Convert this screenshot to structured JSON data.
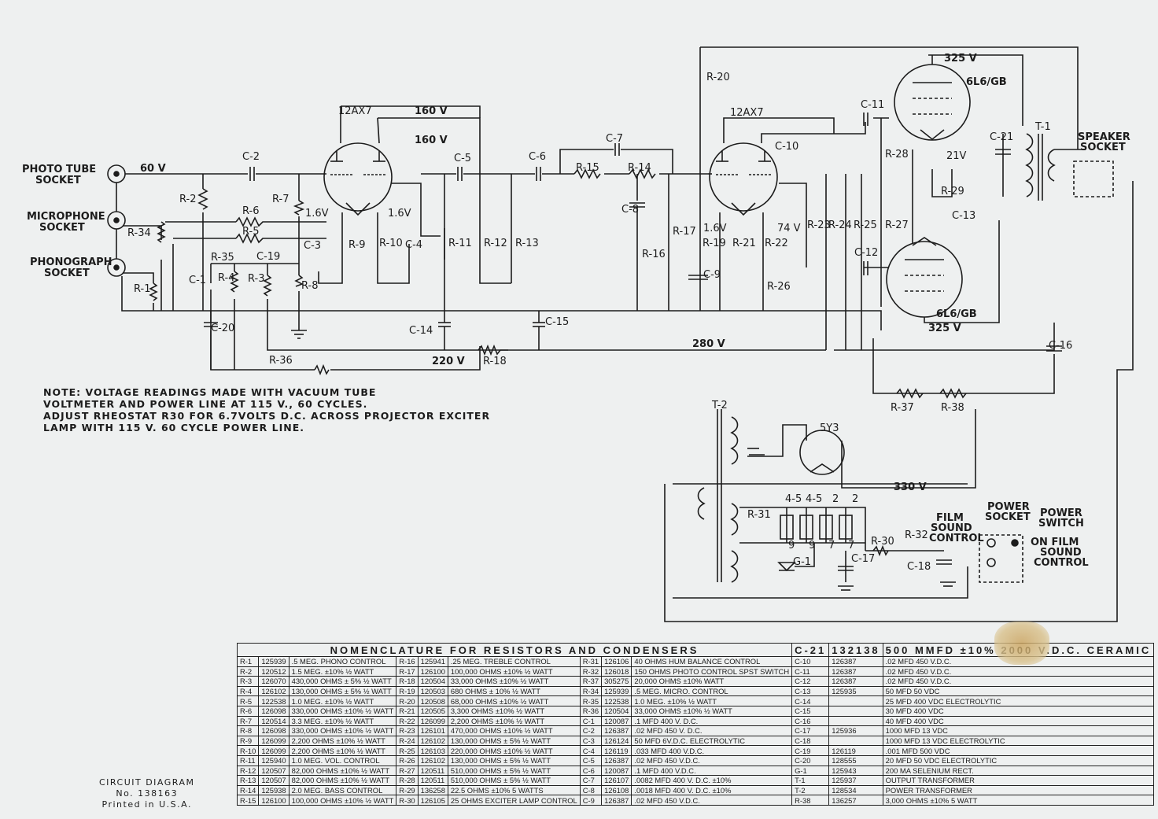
{
  "labels": {
    "photo_tube_socket": [
      "PHOTO TUBE",
      "SOCKET"
    ],
    "microphone_socket": [
      "MICROPHONE",
      "SOCKET"
    ],
    "phonograph_socket": [
      "PHONOGRAPH",
      "SOCKET"
    ],
    "speaker_socket": [
      "SPEAKER",
      "SOCKET"
    ],
    "power_socket": [
      "POWER",
      "SOCKET"
    ],
    "power_switch": [
      "POWER",
      "SWITCH"
    ],
    "on_film": [
      "ON FILM",
      "SOUND",
      "CONTROL"
    ],
    "film_sound": [
      "FILM",
      "SOUND",
      "CONTROL"
    ]
  },
  "tubes": [
    "12AX7",
    "12AX7",
    "6L6/GB",
    "6L6/GB",
    "5Y3"
  ],
  "voltages": [
    "60 V",
    "160 V",
    "160 V",
    "1.6V",
    "1.6V",
    "1.6V",
    "74 V",
    "325 V",
    "325 V",
    "21V",
    "280 V",
    "220 V",
    "330 V"
  ],
  "components": [
    "C-2",
    "R-2",
    "R-7",
    "R-6",
    "R-5",
    "R-34",
    "R-35",
    "C-19",
    "C-1",
    "R-4",
    "R-3",
    "C-3",
    "R-9",
    "R-10",
    "C-4",
    "R-8",
    "R-1",
    "C-20",
    "R-36",
    "C-5",
    "R-11",
    "R-12",
    "R-13",
    "C-14",
    "R-18",
    "C-6",
    "C-7",
    "R-15",
    "R-14",
    "C-8",
    "R-16",
    "R-17",
    "C-15",
    "R-20",
    "C-10",
    "R-19",
    "R-21",
    "R-22",
    "R-23",
    "R-24",
    "R-25",
    "C-9",
    "R-26",
    "C-11",
    "R-28",
    "R-29",
    "C-13",
    "R-27",
    "C-12",
    "C-21",
    "T-1",
    "C-16",
    "R-37",
    "R-38",
    "T-2",
    "R-31",
    "G-1",
    "R-30",
    "C-17",
    "R-32",
    "C-18"
  ],
  "heater_labels": [
    "4-5",
    "4-5",
    "2",
    "2",
    "9",
    "9",
    "7",
    "7"
  ],
  "note": [
    "NOTE: VOLTAGE READINGS MADE WITH VACUUM TUBE",
    "VOLTMETER AND POWER LINE AT 115 V., 60 CYCLES.",
    "ADJUST RHEOSTAT R30 FOR 6.7VOLTS D.C. ACROSS PROJECTOR EXCITER",
    "LAMP WITH 115 V. 60 CYCLE POWER LINE."
  ],
  "footer": [
    "CIRCUIT DIAGRAM",
    "No. 138163",
    "Printed in U.S.A."
  ],
  "nomenclature": {
    "title": "NOMENCLATURE FOR RESISTORS AND CONDENSERS",
    "rows": [
      [
        "R-1",
        "125939",
        ".5 MEG. PHONO CONTROL",
        "R-16",
        "125941",
        ".25 MEG. TREBLE CONTROL",
        "R-31",
        "126106",
        "40 OHMS HUM BALANCE CONTROL"
      ],
      [
        "R-2",
        "120512",
        "1.5 MEG. ±10% ½ WATT",
        "R-17",
        "126100",
        "100,000 OHMS ±10% ½ WATT",
        "R-32",
        "126018",
        "150 OHMS PHOTO CONTROL SPST SWITCH"
      ],
      [
        "R-3",
        "126070",
        "430,000 OHMS ± 5% ½ WATT",
        "R-18",
        "120504",
        "33,000 OHMS ±10% ½ WATT",
        "R-37",
        "305275",
        "20,000 OHMS ±10% WATT"
      ],
      [
        "R-4",
        "126102",
        "130,000 OHMS ± 5% ½ WATT",
        "R-19",
        "120503",
        "680 OHMS ± 10% ½ WATT",
        "R-34",
        "125939",
        ".5 MEG. MICRO. CONTROL"
      ],
      [
        "R-5",
        "122538",
        "1.0 MEG. ±10% ½ WATT",
        "R-20",
        "120508",
        "68,000 OHMS ±10% ½ WATT",
        "R-35",
        "122538",
        "1.0 MEG. ±10% ½ WATT"
      ],
      [
        "R-6",
        "126098",
        "330,000 OHMS ±10% ½ WATT",
        "R-21",
        "120505",
        "3,300 OHMS ±10% ½ WATT",
        "R-36",
        "120504",
        "33,000 OHMS ±10% ½ WATT"
      ],
      [
        "R-7",
        "120514",
        "3.3 MEG. ±10% ½ WATT",
        "R-22",
        "126099",
        "2,200 OHMS ±10% ½ WATT",
        "C-1",
        "120087",
        ".1 MFD 400 V. D.C."
      ],
      [
        "R-8",
        "126098",
        "330,000 OHMS ±10% ½ WATT",
        "R-23",
        "126101",
        "470,000 OHMS ±10% ½ WATT",
        "C-2",
        "126387",
        ".02 MFD 450 V. D.C."
      ],
      [
        "R-9",
        "126099",
        "2,200 OHMS ±10% ½ WATT",
        "R-24",
        "126102",
        "130,000 OHMS ± 5% ½ WATT",
        "C-3",
        "126124",
        "50 MFD 6V.D.C. ELECTROLYTIC"
      ],
      [
        "R-10",
        "126099",
        "2,200 OHMS ±10% ½ WATT",
        "R-25",
        "126103",
        "220,000 OHMS ±10% ½ WATT",
        "C-4",
        "126119",
        ".033 MFD 400 V.D.C."
      ],
      [
        "R-11",
        "125940",
        "1.0 MEG. VOL. CONTROL",
        "R-26",
        "126102",
        "130,000 OHMS ± 5% ½ WATT",
        "C-5",
        "126387",
        ".02 MFD 450 V.D.C."
      ],
      [
        "R-12",
        "120507",
        "82,000 OHMS ±10% ½ WATT",
        "R-27",
        "120511",
        "510,000 OHMS ± 5% ½ WATT",
        "C-6",
        "120087",
        ".1 MFD 400 V.D.C."
      ],
      [
        "R-13",
        "120507",
        "82,000 OHMS ±10% ½ WATT",
        "R-28",
        "120511",
        "510,000 OHMS ± 5% ½ WATT",
        "C-7",
        "126107",
        ".0082 MFD 400 V. D.C. ±10%"
      ],
      [
        "R-14",
        "125938",
        "2.0 MEG. BASS CONTROL",
        "R-29",
        "136258",
        "22.5 OHMS ±10% 5 WATTS",
        "C-8",
        "126108",
        ".0018 MFD 400 V. D.C. ±10%"
      ],
      [
        "R-15",
        "126100",
        "100,000 OHMS ±10% ½ WATT",
        "R-30",
        "126105",
        "25 OHMS EXCITER LAMP CONTROL",
        "C-9",
        "126387",
        ".02 MFD 450 V.D.C."
      ]
    ],
    "rows_right": [
      [
        "C-21",
        "132138",
        "500 MMFD ±10% 2000 V.D.C. CERAMIC"
      ],
      [
        "C-10",
        "126387",
        ".02 MFD 450 V.D.C."
      ],
      [
        "C-11",
        "126387",
        ".02 MFD 450 V.D.C."
      ],
      [
        "C-12",
        "126387",
        ".02 MFD 450 V.D.C."
      ],
      [
        "C-13",
        "125935",
        "50 MFD 50 VDC"
      ],
      [
        "C-14",
        "",
        "25 MFD 400 VDC"
      ],
      [
        "C-15",
        "",
        "30 MFD 400 VDC"
      ],
      [
        "C-16",
        "",
        "40 MFD 400 VDC"
      ],
      [
        "C-17",
        "125936",
        "1000 MFD 13 VDC"
      ],
      [
        "C-18",
        "",
        "1000 MFD 13 VDC"
      ],
      [
        "C-19",
        "126119",
        ".001 MFD 500 VDC"
      ],
      [
        "C-20",
        "128555",
        "20 MFD 50 VDC ELECTROLYTIC"
      ],
      [
        "G-1",
        "125943",
        "200 MA SELENIUM RECT."
      ],
      [
        "T-1",
        "125937",
        "OUTPUT TRANSFORMER"
      ],
      [
        "T-2",
        "128534",
        "POWER TRANSFORMER"
      ],
      [
        "R-38",
        "136257",
        "3,000 OHMS ±10% 5 WATT"
      ]
    ],
    "electrolytic": "ELECTROLYTIC"
  }
}
